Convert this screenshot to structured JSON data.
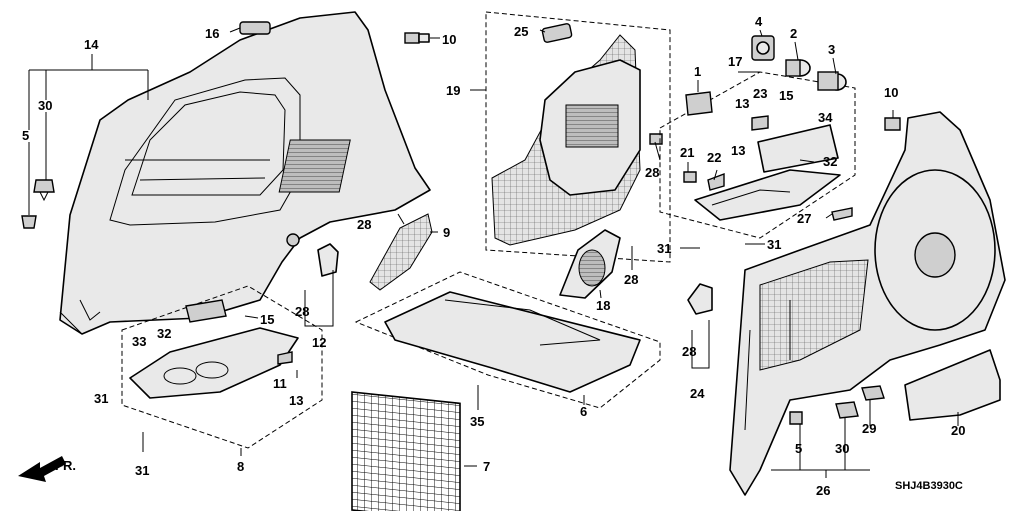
{
  "diagram_code": "SHJ4B3930C",
  "direction_label": "FR.",
  "callouts": [
    {
      "id": "c16",
      "text": "16"
    },
    {
      "id": "c14",
      "text": "14"
    },
    {
      "id": "c10a",
      "text": "10"
    },
    {
      "id": "c25",
      "text": "25"
    },
    {
      "id": "c19",
      "text": "19"
    },
    {
      "id": "c4",
      "text": "4"
    },
    {
      "id": "c2",
      "text": "2"
    },
    {
      "id": "c3",
      "text": "3"
    },
    {
      "id": "c17",
      "text": "17"
    },
    {
      "id": "c1",
      "text": "1"
    },
    {
      "id": "c13a",
      "text": "13"
    },
    {
      "id": "c23",
      "text": "23"
    },
    {
      "id": "c15a",
      "text": "15"
    },
    {
      "id": "c10b",
      "text": "10"
    },
    {
      "id": "c34",
      "text": "34"
    },
    {
      "id": "c30a",
      "text": "30"
    },
    {
      "id": "c5a",
      "text": "5"
    },
    {
      "id": "c21",
      "text": "21"
    },
    {
      "id": "c22",
      "text": "22"
    },
    {
      "id": "c13b",
      "text": "13"
    },
    {
      "id": "c32a",
      "text": "32"
    },
    {
      "id": "c28a",
      "text": "28"
    },
    {
      "id": "c28b",
      "text": "28"
    },
    {
      "id": "c9",
      "text": "9"
    },
    {
      "id": "c27",
      "text": "27"
    },
    {
      "id": "c31a",
      "text": "31"
    },
    {
      "id": "c31b",
      "text": "31"
    },
    {
      "id": "c28c",
      "text": "28"
    },
    {
      "id": "c18",
      "text": "18"
    },
    {
      "id": "c28d",
      "text": "28"
    },
    {
      "id": "c15b",
      "text": "15"
    },
    {
      "id": "c33",
      "text": "33"
    },
    {
      "id": "c32b",
      "text": "32"
    },
    {
      "id": "c12",
      "text": "12"
    },
    {
      "id": "c11",
      "text": "11"
    },
    {
      "id": "c13c",
      "text": "13"
    },
    {
      "id": "c31c",
      "text": "31"
    },
    {
      "id": "c28e",
      "text": "28"
    },
    {
      "id": "c35",
      "text": "35"
    },
    {
      "id": "c6",
      "text": "6"
    },
    {
      "id": "c24",
      "text": "24"
    },
    {
      "id": "c29",
      "text": "29"
    },
    {
      "id": "c20",
      "text": "20"
    },
    {
      "id": "c5b",
      "text": "5"
    },
    {
      "id": "c30b",
      "text": "30"
    },
    {
      "id": "c8",
      "text": "8"
    },
    {
      "id": "c7",
      "text": "7"
    },
    {
      "id": "c31d",
      "text": "31"
    },
    {
      "id": "c26",
      "text": "26"
    }
  ]
}
